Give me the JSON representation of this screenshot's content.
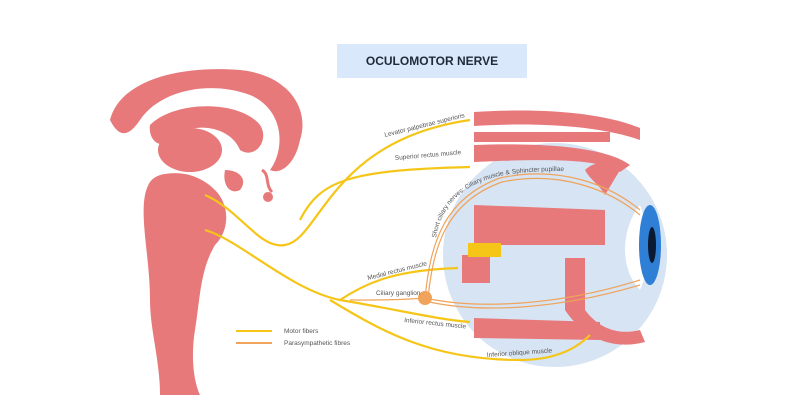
{
  "title": "OCULOMOTOR NERVE",
  "labels": {
    "levator": "Levator palpebrae superioris",
    "superior_rectus": "Superior rectus muscle",
    "short_ciliary": "Short ciliary nerves: Ciliary muscle & Sphincter pupillae",
    "medial_rectus": "Medial rectus muscle",
    "ciliary_ganglion": "Ciliary ganglion",
    "inferior_rectus": "Inferior rectus muscle",
    "inferior_oblique": "Inferior oblique muscle"
  },
  "legend": [
    {
      "label": "Motor fibers",
      "color": "#f5c518"
    },
    {
      "label": "Parasympathetic fibres",
      "color": "#f0a35a"
    }
  ],
  "colors": {
    "muscle": "#e8797b",
    "eye": "#d6e4f3",
    "motor": "#f5c518",
    "para": "#f0a35a",
    "iris": "#2f7fd6"
  }
}
